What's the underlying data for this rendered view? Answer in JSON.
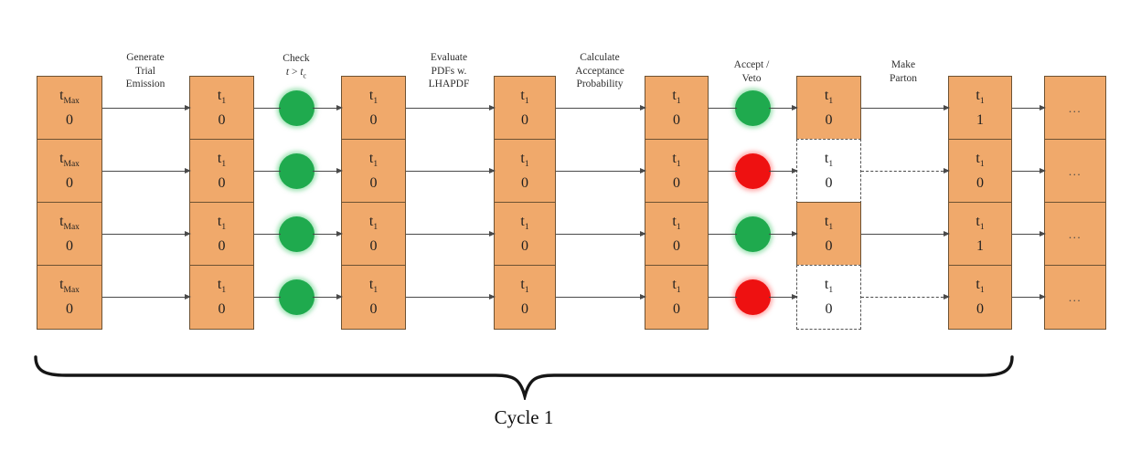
{
  "colors": {
    "box_fill": "#f0a96b",
    "box_border": "#6d5233",
    "accept_green": "#1faa4e",
    "veto_red": "#ee1111",
    "arrow_gray": "#4a4a4a",
    "brace_black": "#161616"
  },
  "headers": {
    "generate": {
      "line1": "Generate",
      "line2": "Trial",
      "line3": "Emission"
    },
    "check": {
      "line1": "Check",
      "lhs": "t",
      "op": ">",
      "rhs_base": "t",
      "rhs_sub": "c"
    },
    "evaluate": {
      "line1": "Evaluate",
      "line2": "PDFs w.",
      "line3": "LHAPDF"
    },
    "calculate": {
      "line1": "Calculate",
      "line2": "Acceptance",
      "line3": "Probability"
    },
    "accept_veto": {
      "line1": "Accept /",
      "line2": "Veto"
    },
    "make_parton": {
      "line1": "Make",
      "line2": "Parton"
    }
  },
  "rows": [
    {
      "check": "pass",
      "decision": "accept",
      "arrow67": "solid",
      "c1": {
        "base": "t",
        "sub": "Max",
        "value": "0"
      },
      "c2": {
        "base": "t",
        "sub": "1",
        "value": "0"
      },
      "c3": {
        "base": "t",
        "sub": "1",
        "value": "0"
      },
      "c4": {
        "base": "t",
        "sub": "1",
        "value": "0"
      },
      "c5": {
        "base": "t",
        "sub": "1",
        "value": "0"
      },
      "c6": {
        "base": "t",
        "sub": "1",
        "value": "0",
        "style": "solid"
      },
      "c7": {
        "base": "t",
        "sub": "1",
        "value": "1"
      },
      "c8": {
        "value": "..."
      }
    },
    {
      "check": "pass",
      "decision": "veto",
      "arrow67": "dashed",
      "c1": {
        "base": "t",
        "sub": "Max",
        "value": "0"
      },
      "c2": {
        "base": "t",
        "sub": "1",
        "value": "0"
      },
      "c3": {
        "base": "t",
        "sub": "1",
        "value": "0"
      },
      "c4": {
        "base": "t",
        "sub": "1",
        "value": "0"
      },
      "c5": {
        "base": "t",
        "sub": "1",
        "value": "0"
      },
      "c6": {
        "base": "t",
        "sub": "1",
        "value": "0",
        "style": "dashed"
      },
      "c7": {
        "base": "t",
        "sub": "1",
        "value": "0"
      },
      "c8": {
        "value": "..."
      }
    },
    {
      "check": "pass",
      "decision": "accept",
      "arrow67": "solid",
      "c1": {
        "base": "t",
        "sub": "Max",
        "value": "0"
      },
      "c2": {
        "base": "t",
        "sub": "1",
        "value": "0"
      },
      "c3": {
        "base": "t",
        "sub": "1",
        "value": "0"
      },
      "c4": {
        "base": "t",
        "sub": "1",
        "value": "0"
      },
      "c5": {
        "base": "t",
        "sub": "1",
        "value": "0"
      },
      "c6": {
        "base": "t",
        "sub": "1",
        "value": "0",
        "style": "solid"
      },
      "c7": {
        "base": "t",
        "sub": "1",
        "value": "1"
      },
      "c8": {
        "value": "..."
      }
    },
    {
      "check": "pass",
      "decision": "veto",
      "arrow67": "dashed",
      "c1": {
        "base": "t",
        "sub": "Max",
        "value": "0"
      },
      "c2": {
        "base": "t",
        "sub": "1",
        "value": "0"
      },
      "c3": {
        "base": "t",
        "sub": "1",
        "value": "0"
      },
      "c4": {
        "base": "t",
        "sub": "1",
        "value": "0"
      },
      "c5": {
        "base": "t",
        "sub": "1",
        "value": "0"
      },
      "c6": {
        "base": "t",
        "sub": "1",
        "value": "0",
        "style": "dashed"
      },
      "c7": {
        "base": "t",
        "sub": "1",
        "value": "0"
      },
      "c8": {
        "value": "..."
      }
    }
  ],
  "cycle_label": "Cycle 1"
}
